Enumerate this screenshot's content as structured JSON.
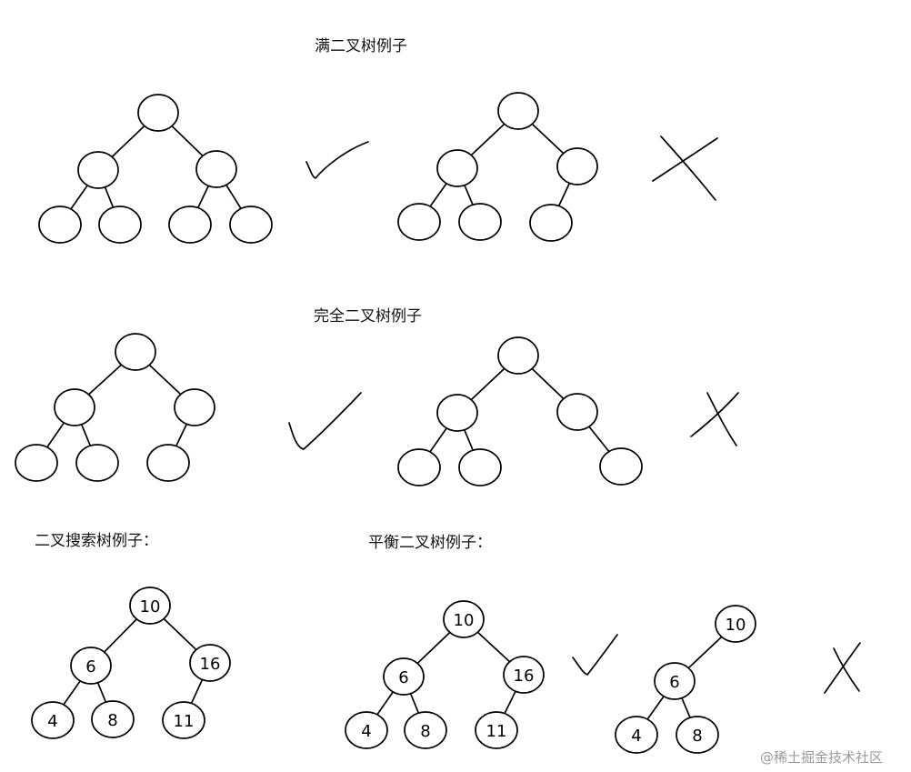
{
  "labels": {
    "full_tree": "满二叉树例子",
    "complete_tree": "完全二叉树例子",
    "bst": "二叉搜索树例子：",
    "avl": "平衡二叉树例子："
  },
  "watermark": "@稀土掘金技术社区",
  "marks": {
    "valid": "check-mark",
    "invalid": "cross-mark"
  },
  "trees": {
    "full_valid": {
      "nodes": [
        "",
        "",
        "",
        "",
        "",
        "",
        ""
      ]
    },
    "full_invalid": {
      "nodes": [
        "",
        "",
        "",
        "",
        "",
        ""
      ]
    },
    "complete_valid": {
      "nodes": [
        "",
        "",
        "",
        "",
        "",
        ""
      ]
    },
    "complete_invalid": {
      "nodes": [
        "",
        "",
        "",
        "",
        "",
        ""
      ]
    },
    "bst": {
      "nodes": [
        "10",
        "6",
        "16",
        "4",
        "8",
        "11"
      ]
    },
    "avl_valid": {
      "nodes": [
        "10",
        "6",
        "16",
        "4",
        "8",
        "11"
      ]
    },
    "avl_invalid": {
      "nodes": [
        "10",
        "6",
        "4",
        "8"
      ]
    }
  }
}
